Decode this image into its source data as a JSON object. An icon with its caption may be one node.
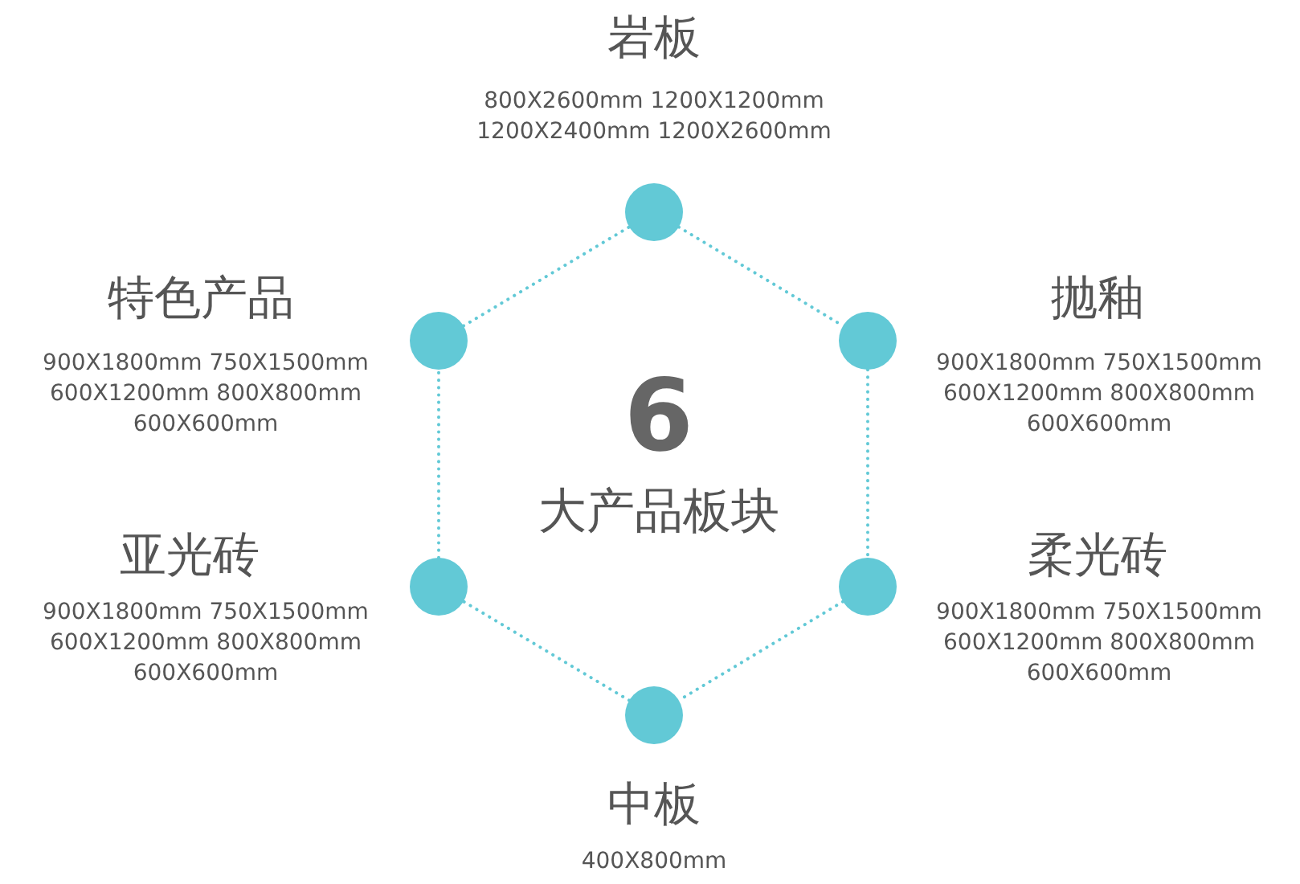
{
  "diagram": {
    "nodes": [
      {
        "text": [],
        "shape": "circle",
        "beside": [
          "岩板",
          "800X2600mm 1200X1200mm 1200X2400mm 1200X2600mm"
        ]
      },
      {
        "text": [],
        "shape": "circle",
        "beside": [
          "特色产品",
          "900X1800mm 750X1500mm 600X1200mm 800X800mm 600X600mm"
        ]
      },
      {
        "text": [],
        "shape": "circle",
        "beside": [
          "抛釉",
          "900X1800mm 750X1500mm 600X1200mm 800X800mm 600X600mm"
        ]
      },
      {
        "text": [],
        "shape": "circle",
        "beside": [
          "亚光砖",
          "900X1800mm 750X1500mm 600X1200mm 800X800mm 600X600mm"
        ]
      },
      {
        "text": [],
        "shape": "circle",
        "beside": [
          "柔光砖",
          "900X1800mm 750X1500mm 600X1200mm 800X800mm 600X600mm"
        ]
      },
      {
        "text": [],
        "shape": "circle",
        "beside": [
          "中板",
          "400X800mm"
        ]
      }
    ],
    "edges": [
      {
        "from": 0,
        "to": 2,
        "arrow": "none",
        "style": "dashed"
      },
      {
        "from": 2,
        "to": 4,
        "arrow": "none",
        "style": "dashed"
      },
      {
        "from": 4,
        "to": 5,
        "arrow": "none",
        "style": "dashed"
      },
      {
        "from": 5,
        "to": 3,
        "arrow": "none",
        "style": "dashed"
      },
      {
        "from": 3,
        "to": 1,
        "arrow": "none",
        "style": "dashed"
      },
      {
        "from": 1,
        "to": 0,
        "arrow": "none",
        "style": "dashed"
      }
    ],
    "labels": [
      "6",
      "大产品板块"
    ]
  }
}
